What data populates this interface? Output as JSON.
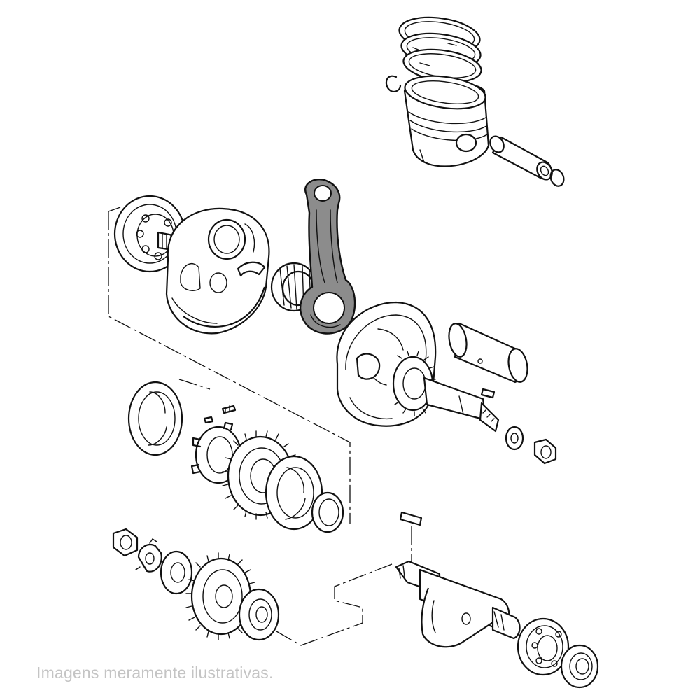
{
  "disclaimer": "Imagens meramente ilustrativas.",
  "parts": [
    {
      "name": "piston",
      "icon": "piston-icon",
      "highlighted": false
    },
    {
      "name": "piston-rings",
      "icon": "piston-rings-icon",
      "highlighted": false
    },
    {
      "name": "piston-pin",
      "icon": "piston-pin-icon",
      "highlighted": false
    },
    {
      "name": "piston-pin-clip",
      "icon": "circlip-icon",
      "highlighted": false
    },
    {
      "name": "connecting-rod",
      "icon": "connecting-rod-icon",
      "highlighted": true
    },
    {
      "name": "needle-bearing",
      "icon": "needle-bearing-icon",
      "highlighted": false
    },
    {
      "name": "crankshaft-left-half",
      "icon": "crank-web-icon",
      "highlighted": false
    },
    {
      "name": "crankshaft-right-half",
      "icon": "crank-web-icon",
      "highlighted": false
    },
    {
      "name": "crank-pin",
      "icon": "crank-pin-icon",
      "highlighted": false
    },
    {
      "name": "timing-gear",
      "icon": "gear-icon",
      "highlighted": false
    },
    {
      "name": "balancer-shaft",
      "icon": "balancer-shaft-icon",
      "highlighted": false
    },
    {
      "name": "ball-bearing",
      "icon": "ball-bearing-icon",
      "highlighted": false
    },
    {
      "name": "washer",
      "icon": "washer-icon",
      "highlighted": false
    },
    {
      "name": "nut",
      "icon": "nut-icon",
      "highlighted": false
    },
    {
      "name": "woodruff-key",
      "icon": "key-icon",
      "highlighted": false
    }
  ],
  "colors": {
    "line": "#111111",
    "highlight": "#8c8c8c",
    "background": "#ffffff",
    "disclaimer": "#c4c4c4"
  }
}
